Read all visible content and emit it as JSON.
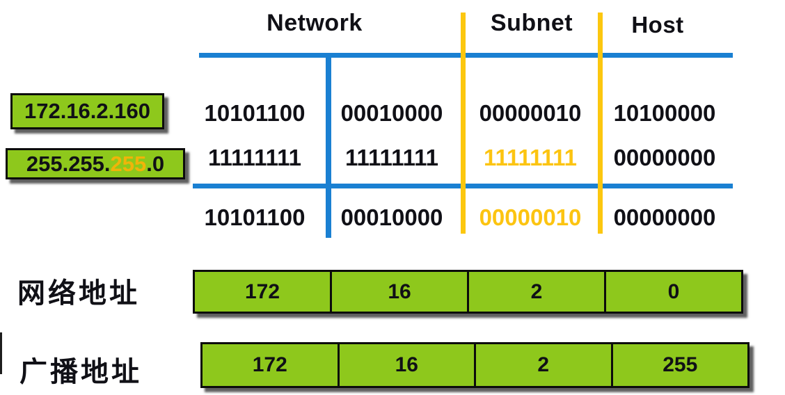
{
  "title": "Subnet network/broadcast address calculation diagram",
  "header": {
    "columns": [
      {
        "id": "network",
        "label": "Network"
      },
      {
        "id": "subnet",
        "label": "Subnet"
      },
      {
        "id": "host",
        "label": "Host"
      }
    ]
  },
  "address_boxes": {
    "ip": {
      "segments": [
        {
          "text": "172.16.2.160",
          "highlight": false
        }
      ]
    },
    "mask": {
      "segments": [
        {
          "text": "255.255.",
          "highlight": false
        },
        {
          "text": "255",
          "highlight": true
        },
        {
          "text": ".0",
          "highlight": false
        }
      ]
    }
  },
  "binary_rows": [
    {
      "name": "ip-binary",
      "octets": [
        {
          "bits": "10101100",
          "highlight": false
        },
        {
          "bits": "00010000",
          "highlight": false
        },
        {
          "bits": "00000010",
          "highlight": false
        },
        {
          "bits": "10100000",
          "highlight": false
        }
      ]
    },
    {
      "name": "mask-binary",
      "octets": [
        {
          "bits": "11111111",
          "highlight": false
        },
        {
          "bits": "11111111",
          "highlight": false
        },
        {
          "bits": "11111111",
          "highlight": true
        },
        {
          "bits": "00000000",
          "highlight": false
        }
      ]
    },
    {
      "name": "and-result-binary",
      "octets": [
        {
          "bits": "10101100",
          "highlight": false
        },
        {
          "bits": "00010000",
          "highlight": false
        },
        {
          "bits": "00000010",
          "highlight": true
        },
        {
          "bits": "00000000",
          "highlight": false
        }
      ]
    }
  ],
  "result_rows": [
    {
      "id": "network-address",
      "label": "网络地址",
      "cells": [
        "172",
        "16",
        "2",
        "0"
      ]
    },
    {
      "id": "broadcast-address",
      "label": "广播地址",
      "cells": [
        "172",
        "16",
        "2",
        "255"
      ]
    }
  ],
  "colors": {
    "line_blue": "#1a80d2",
    "line_yellow": "#fcc70f",
    "binary_highlight_yellow": "#fcc411",
    "mask_highlight_yellow": "#f0b409",
    "box_green": "#8ec81c",
    "text_black": "#101016"
  }
}
